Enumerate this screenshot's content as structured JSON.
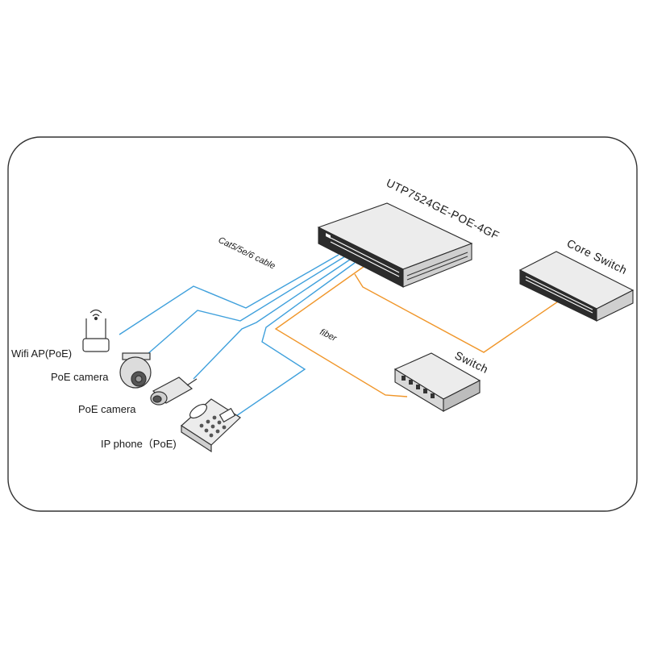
{
  "diagram": {
    "main_switch": {
      "model": "UTP7524GE-POE-4GF"
    },
    "core_switch": {
      "label": "Core Switch"
    },
    "switch": {
      "label": "Switch"
    },
    "cable_label": "Cat5/5e/6 cable",
    "fiber_label": "fiber",
    "devices": {
      "wifi_ap": "Wifi AP(PoE)",
      "poe_camera_dome": "PoE camera",
      "poe_camera_bullet": "PoE camera",
      "ip_phone": "IP phone（PoE)"
    },
    "colors": {
      "copper_cable": "#3fa0dc",
      "fiber_cable": "#f0962a",
      "frame": "#333333",
      "device_line": "#333333"
    }
  }
}
